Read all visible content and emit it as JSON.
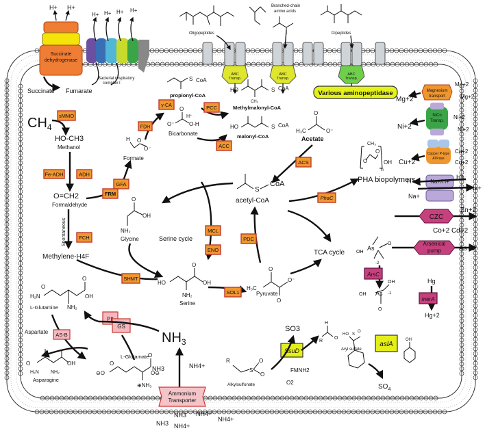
{
  "left_top": {
    "proton": "H+",
    "sdh_label": "Succinate dehydrogenase",
    "succinate": "Succinate",
    "fumarate": "Fumarate",
    "complex_label": "Bacterial respiratory complex I"
  },
  "transporters_top": {
    "oligopeptides": "Oligopeptides",
    "branched": "Branched-chain amino acids",
    "dipeptides": "Dipeptides",
    "abc": "ABC Transp.",
    "aminopeptidase": "Various aminopeptidase"
  },
  "methane": {
    "ch4": "CH4",
    "smmo": "sMMO",
    "hoch3": "HO-CH3",
    "methanol": "Methanol",
    "feadh": "Fe-ADH",
    "adh": "ADH",
    "ocH2": "O=CH2",
    "formaldehyde": "Formaldehyde",
    "spontaneous": "Spontaneous",
    "fch": "FCH",
    "methylene": "Methylene-H4F",
    "frm": "FRM",
    "gfa": "GFA",
    "formate": "Formate",
    "fdh": "FDH",
    "yca": "γ-CA",
    "bicarbonate": "Bicarbonate"
  },
  "propionyl": {
    "pcc": "PCC",
    "propionyl_coa": "propionyl-CoA",
    "methylmalonyl": "Methylmalonyl-CoA",
    "acc": "ACC",
    "malonyl": "malonyl-CoA",
    "coa": "CoA"
  },
  "central": {
    "acetate": "Acetate",
    "acs": "ACS",
    "acetyl_coa": "acetyl-CoA",
    "pha": "PHA biopolymers",
    "phac": "PhaC",
    "tca": "TCA cycle",
    "pdc": "PDC",
    "pyruvate": "Pyruvate",
    "sol1": "SOL1",
    "serine": "Serine",
    "serine_cycle": "Serine cycle",
    "mcl": "MCL",
    "eno": "ENO",
    "shmt": "SHMT",
    "glycine": "Glycine"
  },
  "nitrogen": {
    "lglutamine": "L-Glutamine",
    "aspartate": "Aspartate",
    "asb": "AS-B",
    "asparagine": "Asparagine",
    "pii": "PII",
    "gs": "GS",
    "lglutamate": "L-Glutamate",
    "nh3_big": "NH3",
    "nh3": "NH3",
    "nh4": "NH4+",
    "transporter": "Ammonium Transporter"
  },
  "sulfur": {
    "so3": "SO3",
    "ssud": "SsuD",
    "alkylsulfonate": "Alkylsulfonate",
    "fmnh2": "FMNH2",
    "o2": "O2",
    "asla": "aslA",
    "aryl_sulfate": "Aryl sulfate",
    "so4": "SO4"
  },
  "metals": {
    "mg": "Mg+2",
    "mg_transport": "Magnesium transport",
    "ni": "Ni+2",
    "nico": "NiCo Transp.",
    "cu": "Cu+2",
    "cu_atpase": "Copper P-type ATPase",
    "na": "Na+",
    "na_h": "Na+/H+",
    "h": "H+",
    "czc": "CZC",
    "zn": "Zn+2",
    "co_cd": "Co+2 Cd+2",
    "arsc": "ArsC",
    "arsenical": "Arsenical pump",
    "as3": "As+3",
    "hg": "Hg",
    "hg2": "Hg+2",
    "mera": "merA"
  },
  "colors": {
    "enzyme_orange": "#f0962e",
    "enzyme_pink": "#f4b8c0",
    "enzyme_yellow": "#e4ef1a",
    "enzyme_magenta": "#c7407e",
    "membrane": "#444444"
  }
}
